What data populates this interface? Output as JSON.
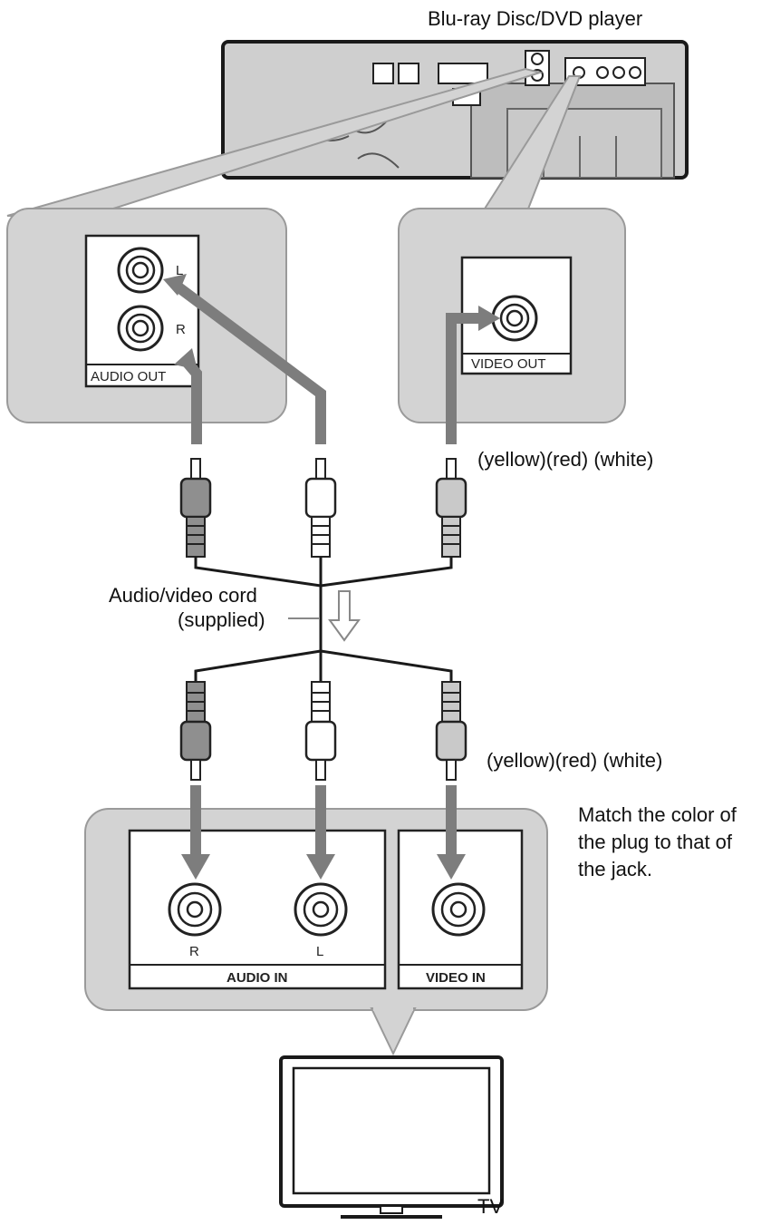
{
  "labels": {
    "player": "Blu-ray Disc/DVD player",
    "cord_line1": "Audio/video cord",
    "cord_line2": "(supplied)",
    "plug_colors_top": "(yellow)(red) (white)",
    "plug_colors_bottom": "(yellow)(red) (white)",
    "match_line1": "Match the color of",
    "match_line2": "the plug to that of",
    "match_line3": "the jack.",
    "tv": "TV"
  },
  "player_panel": {
    "jack_l": "L",
    "jack_r": "R",
    "audio_out": "AUDIO OUT",
    "video_out": "VIDEO OUT"
  },
  "tv_panel": {
    "jack_r": "R",
    "jack_l": "L",
    "audio_in": "AUDIO IN",
    "video_in": "VIDEO IN"
  },
  "colors": {
    "callout_fill": "#d3d3d3",
    "callout_stroke": "#9a9a9a",
    "cable": "#7d7d7d",
    "player_body": "#cfcfcf"
  }
}
